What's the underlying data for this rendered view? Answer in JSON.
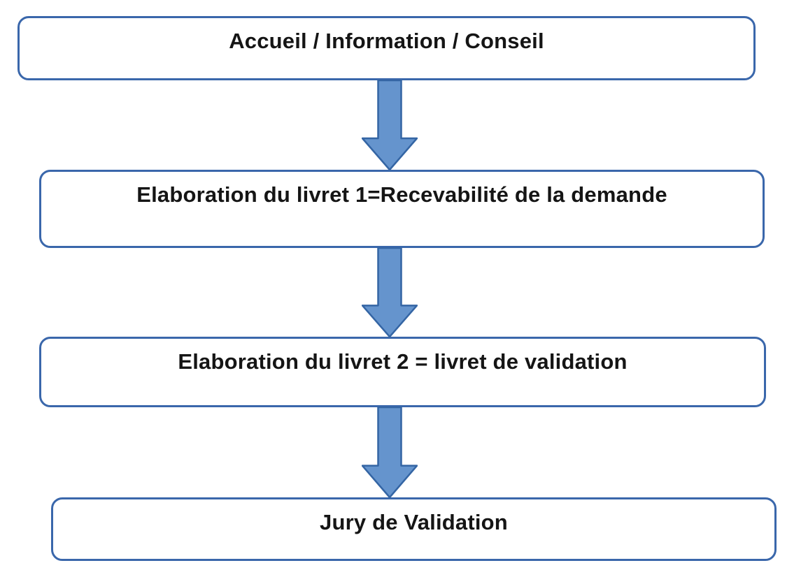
{
  "diagram": {
    "type": "flowchart",
    "direction": "top-to-bottom",
    "steps": [
      {
        "id": "accueil",
        "label": "Accueil / Information / Conseil"
      },
      {
        "id": "livret-1",
        "label": "Elaboration du livret 1=Recevabilité de la demande"
      },
      {
        "id": "livret-2",
        "label": "Elaboration du livret 2 = livret de validation"
      },
      {
        "id": "jury",
        "label": "Jury de Validation"
      }
    ],
    "connectors": [
      {
        "from": "accueil",
        "to": "livret-1",
        "style": "block-arrow-down"
      },
      {
        "from": "livret-1",
        "to": "livret-2",
        "style": "block-arrow-down"
      },
      {
        "from": "livret-2",
        "to": "jury",
        "style": "block-arrow-down"
      }
    ]
  },
  "colors": {
    "background": "#ffffff",
    "box-fill": "#ffffff",
    "box-border": "#3a67ab",
    "arrow-fill": "#6594cd",
    "arrow-border": "#3465a4",
    "text": "#151515"
  }
}
